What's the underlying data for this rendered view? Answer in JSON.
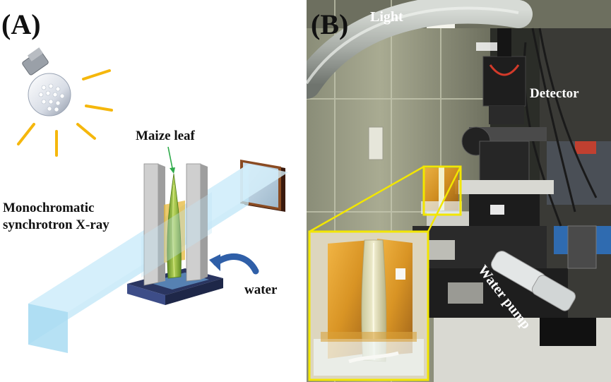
{
  "panel_a": {
    "label": "(A)",
    "maize_leaf": "Maize leaf",
    "xray_line1": "Monochromatic",
    "xray_line2": "synchrotron X-ray",
    "water": "water"
  },
  "panel_b": {
    "label": "(B)",
    "light": "Light",
    "detector": "Detector",
    "water_pump": "Water pump"
  },
  "colors": {
    "beam": "#bfe6f7",
    "plate": "#c9c9c9",
    "leaf": "#7fa836",
    "film": "#e6b83a",
    "light_ray": "#f5b70c",
    "inset_border": "#f2e600",
    "arrow_water": "#2f5fa8",
    "arrow_leaf": "#2eaa4a"
  }
}
